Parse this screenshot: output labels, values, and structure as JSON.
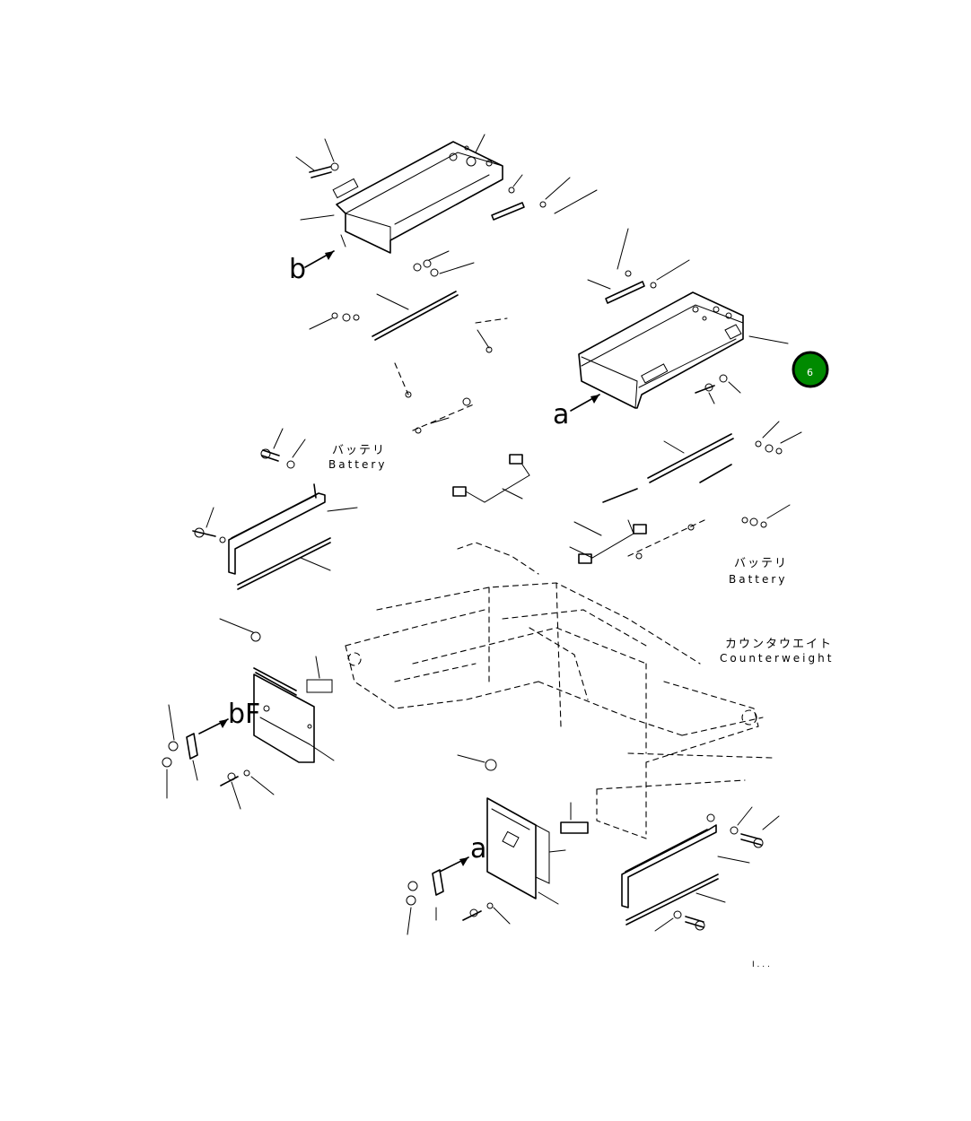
{
  "labels": {
    "a_top": "a",
    "b_top": "b",
    "bf_left": "bF",
    "a_bottom": "a",
    "battery_jp_left": "バッテリ",
    "battery_en_left": "Battery",
    "battery_jp_right": "バッテリ",
    "battery_en_right": "Battery",
    "counterweight_jp": "カウンタウエイト",
    "counterweight_en": "Counterweight",
    "footer_mark": "I . . ."
  },
  "badge": {
    "number": "6",
    "color": "#008a00"
  }
}
